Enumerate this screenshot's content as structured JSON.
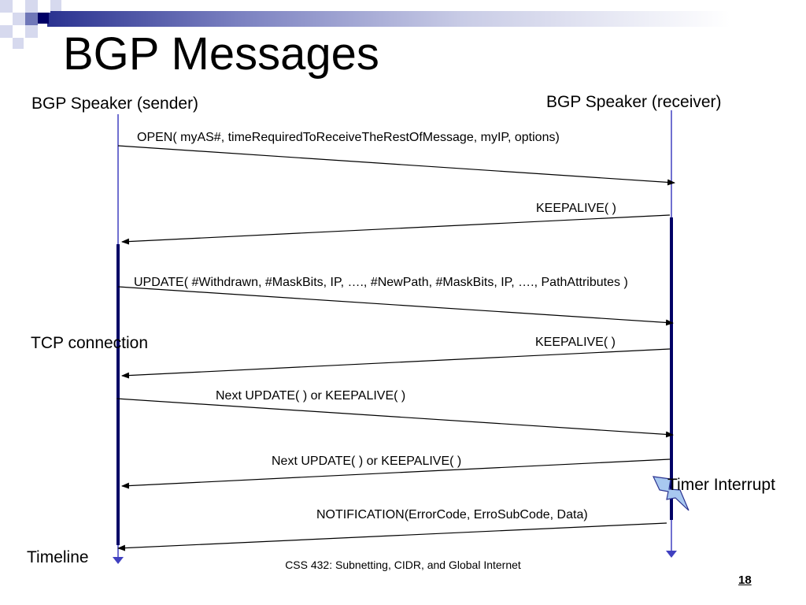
{
  "slide": {
    "title": "BGP Messages",
    "footer": "CSS 432: Subnetting, CIDR, and Global Internet",
    "page_number": "18"
  },
  "diagram": {
    "sender_label": "BGP Speaker (sender)",
    "receiver_label": "BGP Speaker (receiver)",
    "tcp_label": "TCP connection",
    "timeline_label": "Timeline",
    "timer_label": "Timer Interrupt",
    "messages": [
      {
        "text": "OPEN( myAS#, timeRequiredToReceiveTheRestOfMessage, myIP, options)",
        "direction": "to-receiver"
      },
      {
        "text": "KEEPALIVE( )",
        "direction": "to-sender"
      },
      {
        "text": "UPDATE( #Withdrawn, #MaskBits, IP, …., #NewPath, #MaskBits, IP, …., PathAttributes )",
        "direction": "to-receiver"
      },
      {
        "text": "KEEPALIVE( )",
        "direction": "to-sender"
      },
      {
        "text": "Next UPDATE( ) or KEEPALIVE( )",
        "direction": "to-receiver"
      },
      {
        "text": "Next UPDATE( ) or KEEPALIVE( )",
        "direction": "to-sender"
      },
      {
        "text": "NOTIFICATION(ErrorCode, ErroSubCode, Data)",
        "direction": "to-sender"
      }
    ],
    "colors": {
      "lifeline": "#4040c0",
      "tcp_bar": "#000066",
      "arrow": "#000000",
      "lightning": "#a8c8f0"
    },
    "header_colors": [
      "#000066",
      "#6f77b8",
      "#d6d9ee"
    ]
  }
}
